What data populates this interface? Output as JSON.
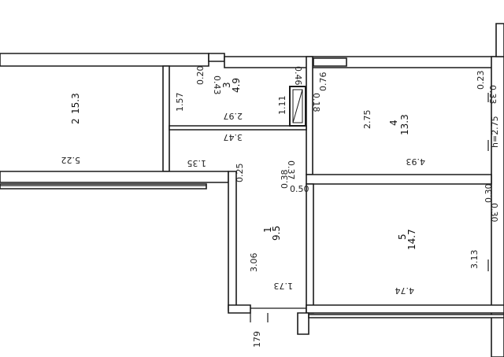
{
  "rooms": [
    {
      "id": "2",
      "number": "2",
      "area": "15.3"
    },
    {
      "id": "3",
      "number": "3",
      "area": "4.9"
    },
    {
      "id": "4",
      "number": "4",
      "area": "13.3"
    },
    {
      "id": "1",
      "number": "1",
      "area": "9.5"
    },
    {
      "id": "5",
      "number": "5",
      "area": "14.7"
    }
  ],
  "dimensions": {
    "d_0_20": "0.20",
    "d_0_43": "0.43",
    "d_0_46": "0.46",
    "d_0_76": "0.76",
    "d_0_18": "0.18",
    "d_1_57": "1.57",
    "d_1_11": "1.11",
    "d_2_97": "2.97",
    "d_3_47": "3.47",
    "d_5_22": "5.22",
    "d_1_35": "1.35",
    "d_0_25": "0.25",
    "d_0_38": "0.38",
    "d_0_37": "0.37",
    "d_0_50": "0.50",
    "d_2_75": "2.75",
    "d_4_93": "4.93",
    "d_0_23": "0.23",
    "d_0_33": "0.33",
    "d_h275": "h=2.75",
    "d_0_30a": "0.30",
    "d_0_30b": "0.30",
    "d_3_06": "3.06",
    "d_1_73": "1.73",
    "d_3_13": "3.13",
    "d_4_74": "4.74",
    "d_179": "179"
  }
}
